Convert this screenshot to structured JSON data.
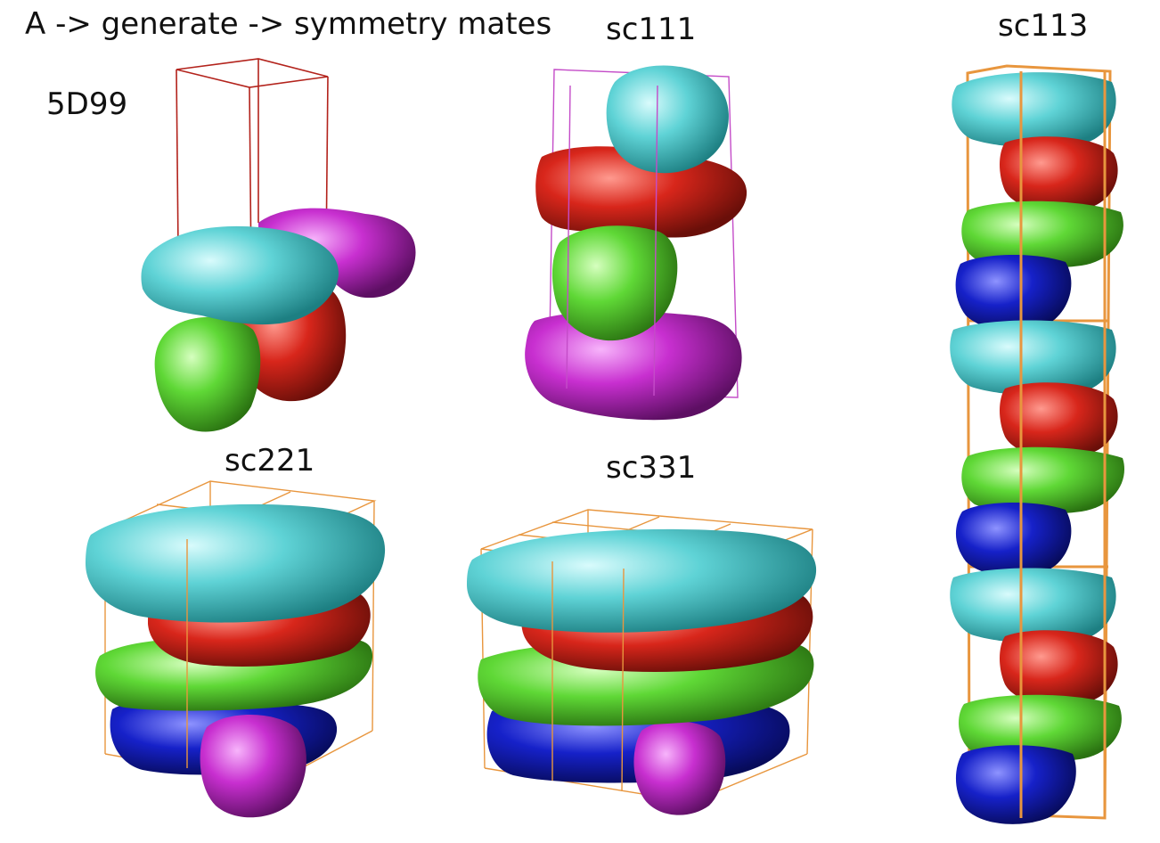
{
  "header": {
    "title": "A -> generate -> symmetry mates"
  },
  "panels": [
    {
      "id": "asym",
      "label": "5D99"
    },
    {
      "id": "sc111",
      "label": "sc111"
    },
    {
      "id": "sc113",
      "label": "sc113"
    },
    {
      "id": "sc221",
      "label": "sc221"
    },
    {
      "id": "sc331",
      "label": "sc331"
    }
  ],
  "colors": {
    "chain_cyan": "#5fd3d6",
    "chain_red": "#d8261b",
    "chain_green": "#5fd836",
    "chain_blue": "#1621c9",
    "chain_magenta": "#c82fd0",
    "cell_dark_red": "#b3231c",
    "cell_magenta": "#c44cc8",
    "cell_orange": "#e8963e"
  }
}
